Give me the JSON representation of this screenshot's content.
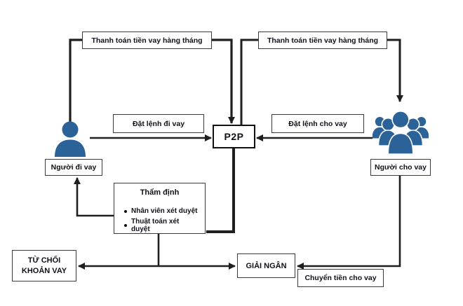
{
  "diagram": {
    "pay_left": {
      "label": "Thanh toán tiền vay hàng tháng"
    },
    "pay_right": {
      "label": "Thanh toán tiền vay hàng tháng"
    },
    "borrow_order": {
      "label": "Đặt lệnh đi vay"
    },
    "lend_order": {
      "label": "Đặt lệnh cho vay"
    },
    "p2p": {
      "label": "P2P"
    },
    "borrower": {
      "label": "Người đi vay"
    },
    "lender": {
      "label": "Người cho vay"
    },
    "appraisal": {
      "title": "Thẩm định",
      "items": [
        "Nhân viên xét duyệt",
        "Thuật toán xét duyệt"
      ]
    },
    "reject": {
      "line1": "TỪ CHỐI",
      "line2": "KHOẢN VAY"
    },
    "disburse": {
      "label": "GIẢI NGÂN"
    },
    "transfer": {
      "label": "Chuyển tiền cho vay"
    },
    "colors": {
      "icon_blue": "#2b6399",
      "line": "#1f1f1f"
    }
  }
}
